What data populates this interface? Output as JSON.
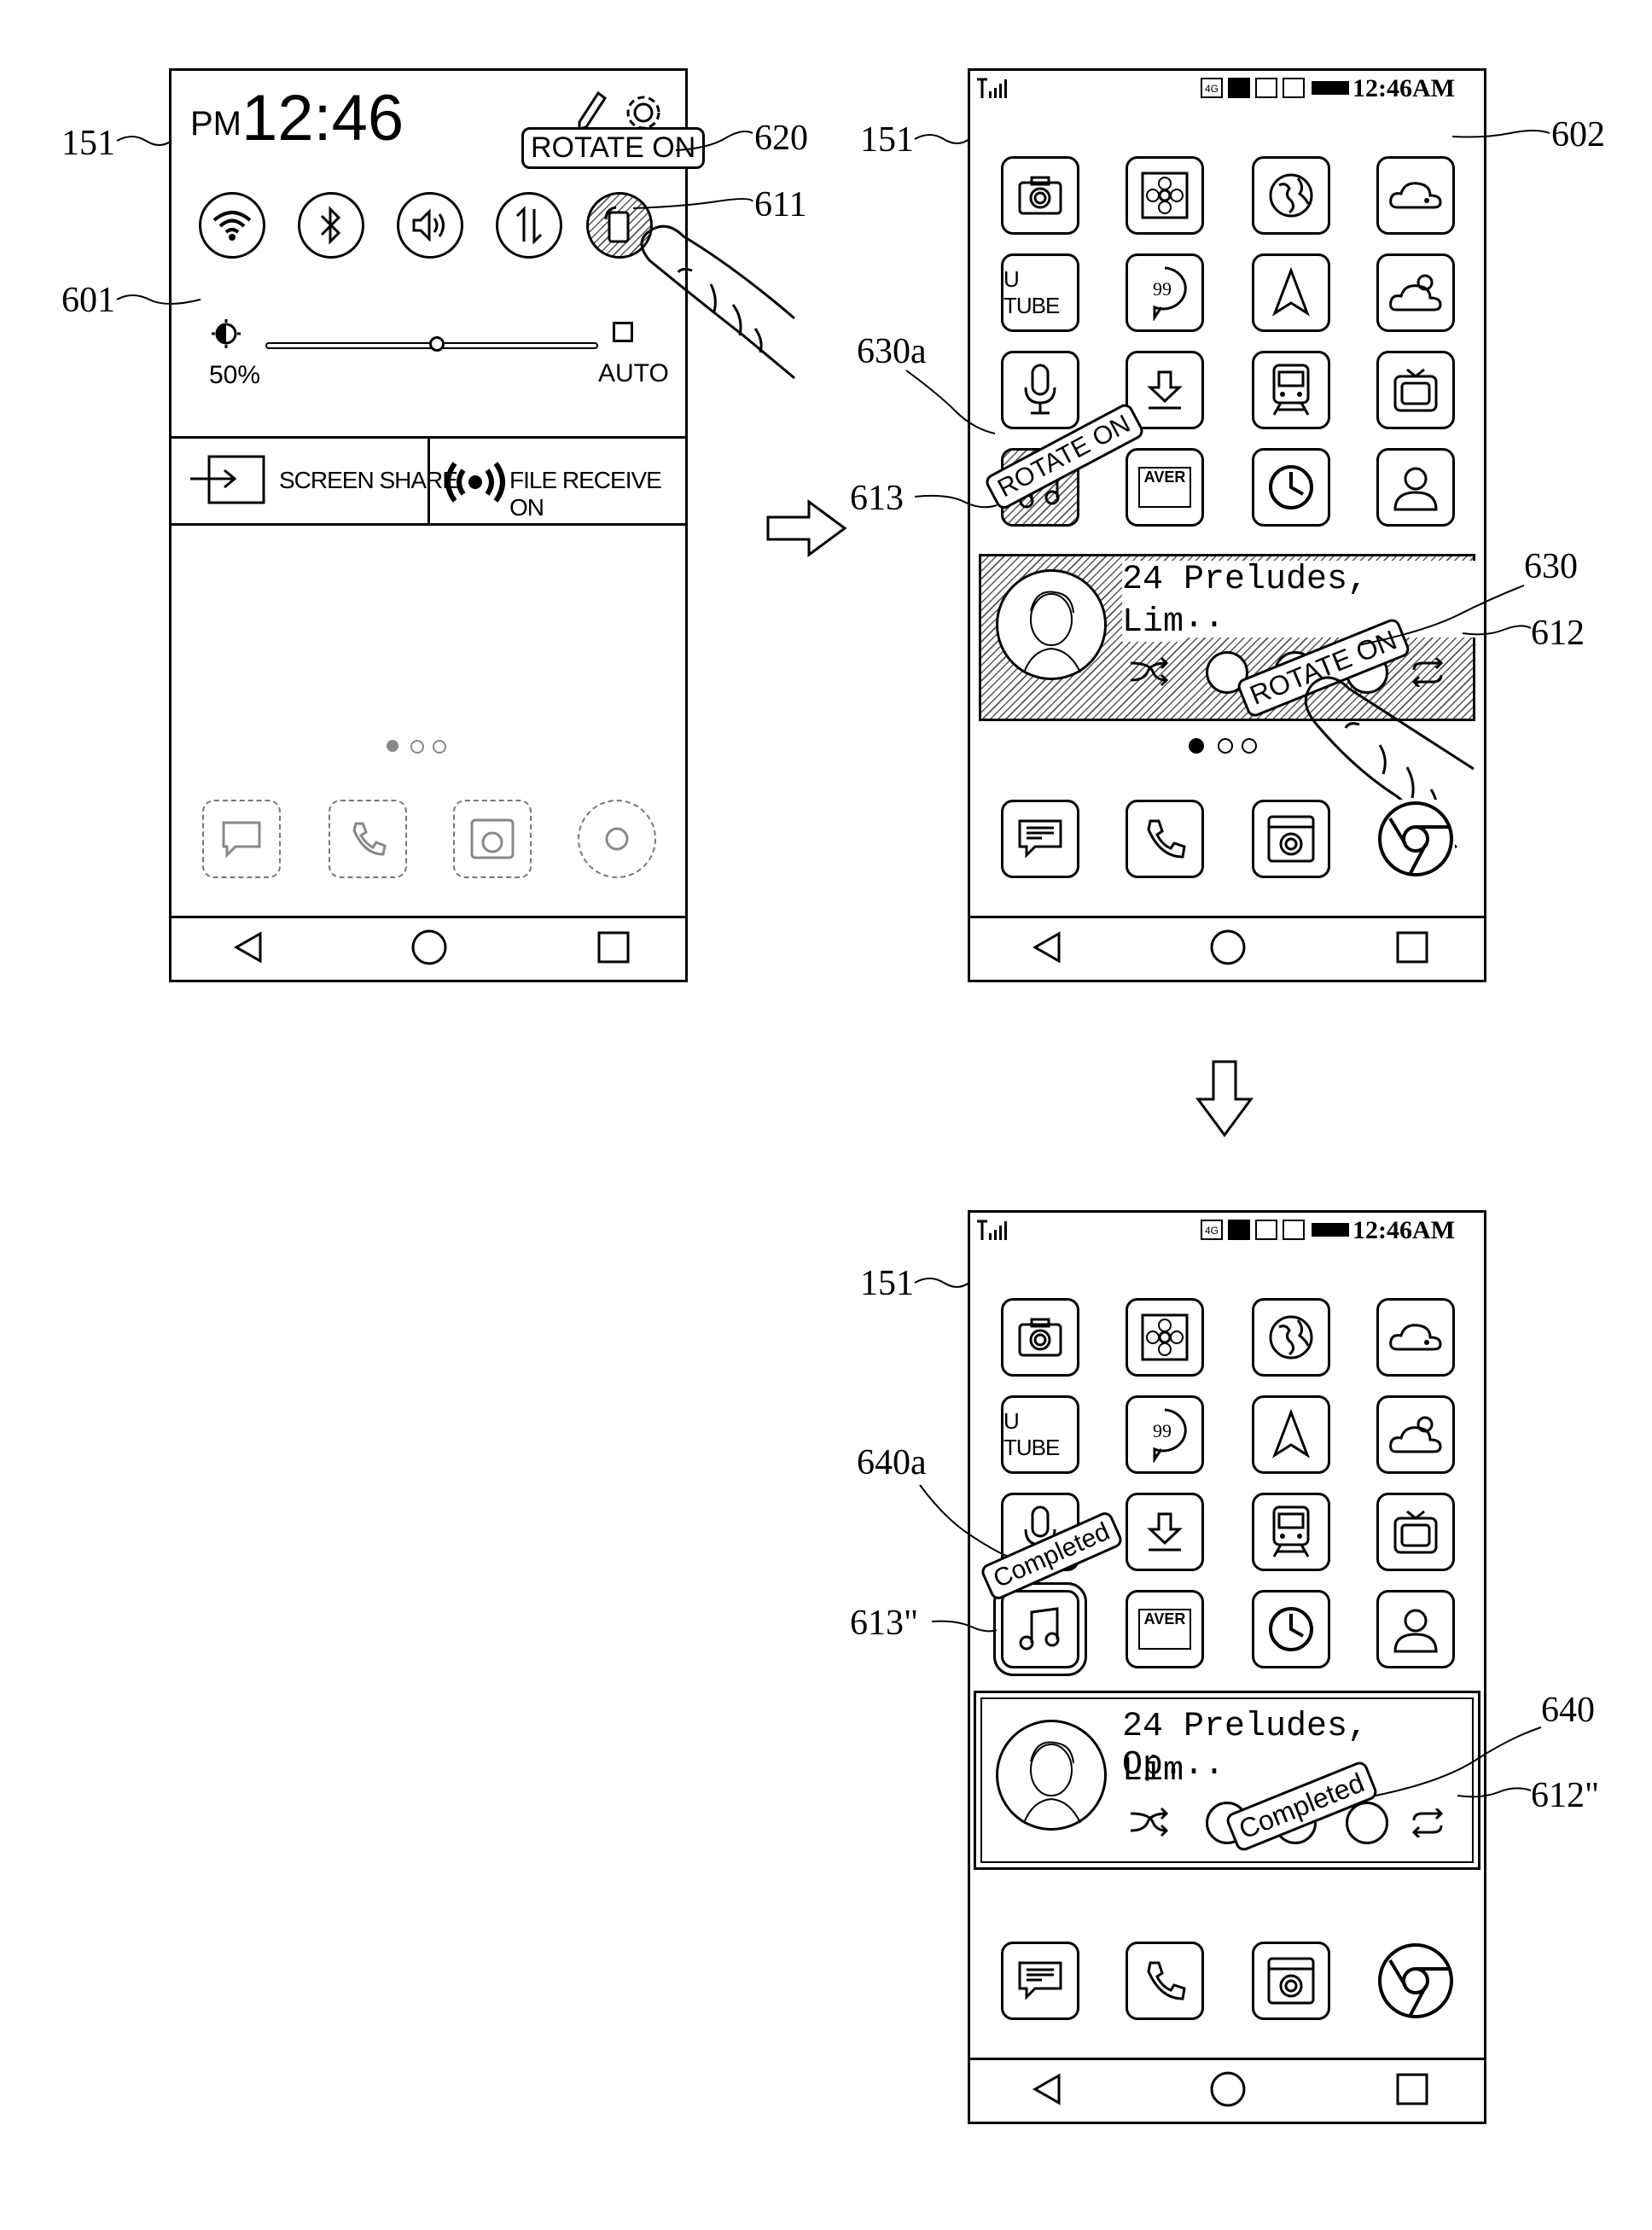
{
  "labels": {
    "s1_151": "151",
    "s1_601": "601",
    "s1_620": "620",
    "s1_611": "611",
    "s2_151": "151",
    "s2_602": "602",
    "s2_630a": "630a",
    "s2_613": "613",
    "s2_630": "630",
    "s2_612": "612",
    "s3_151": "151",
    "s3_640a": "640a",
    "s3_613": "613\"",
    "s3_640": "640",
    "s3_612": "612\""
  },
  "screen1": {
    "time_prefix": "PM",
    "time": "12:46",
    "rotate_tag": "ROTATE ON",
    "brightness_value": "50%",
    "auto_label": "AUTO",
    "screen_share": "SCREEN SHARE",
    "file_receive": "FILE RECEIVE ON",
    "quick_settings": [
      "wifi-icon",
      "bluetooth-icon",
      "sound-icon",
      "data-icon",
      "rotate-icon"
    ]
  },
  "screen2": {
    "clock": "12:46AM",
    "rotate_tag_icon": "ROTATE ON",
    "rotate_tag_widget": "ROTATE ON",
    "song": "24 Preludes, Op...",
    "artist": "Lim",
    "utube": "U TUBE",
    "aver": "AVER"
  },
  "screen3": {
    "clock": "12:46AM",
    "completed_icon": "Completed",
    "completed_widget": "Completed",
    "song": "24 Preludes, Op...",
    "artist": "Lim",
    "utube": "U TUBE",
    "aver": "AVER"
  }
}
